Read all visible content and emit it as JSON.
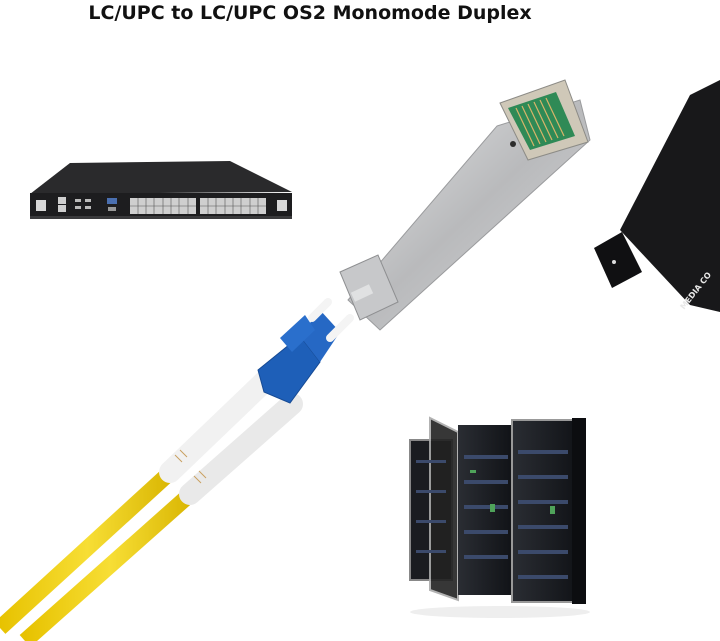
{
  "title": "LC/UPC to LC/UPC OS2 Monomode Duplex",
  "images": {
    "switch": {
      "label": "rack-mount network switch",
      "ports": 48
    },
    "sfp_module": {
      "label": "SFP transceiver module"
    },
    "media_converter": {
      "label": "media converter",
      "visible_text": "MEDIA CO"
    },
    "patch_cable": {
      "label": "LC duplex fiber patch cable",
      "jacket_color": "#f2d21c",
      "connector_color": "#1e5fb8",
      "boot_color": "#f2f2f2"
    },
    "server_rack": {
      "label": "server rack cabinet"
    }
  },
  "colors": {
    "background": "#ffffff",
    "title": "#111111",
    "cable_yellow": "#f2d21c",
    "connector_blue": "#1e5fb8",
    "metal": "#bfc0c2",
    "device_black": "#1b1b1d"
  }
}
